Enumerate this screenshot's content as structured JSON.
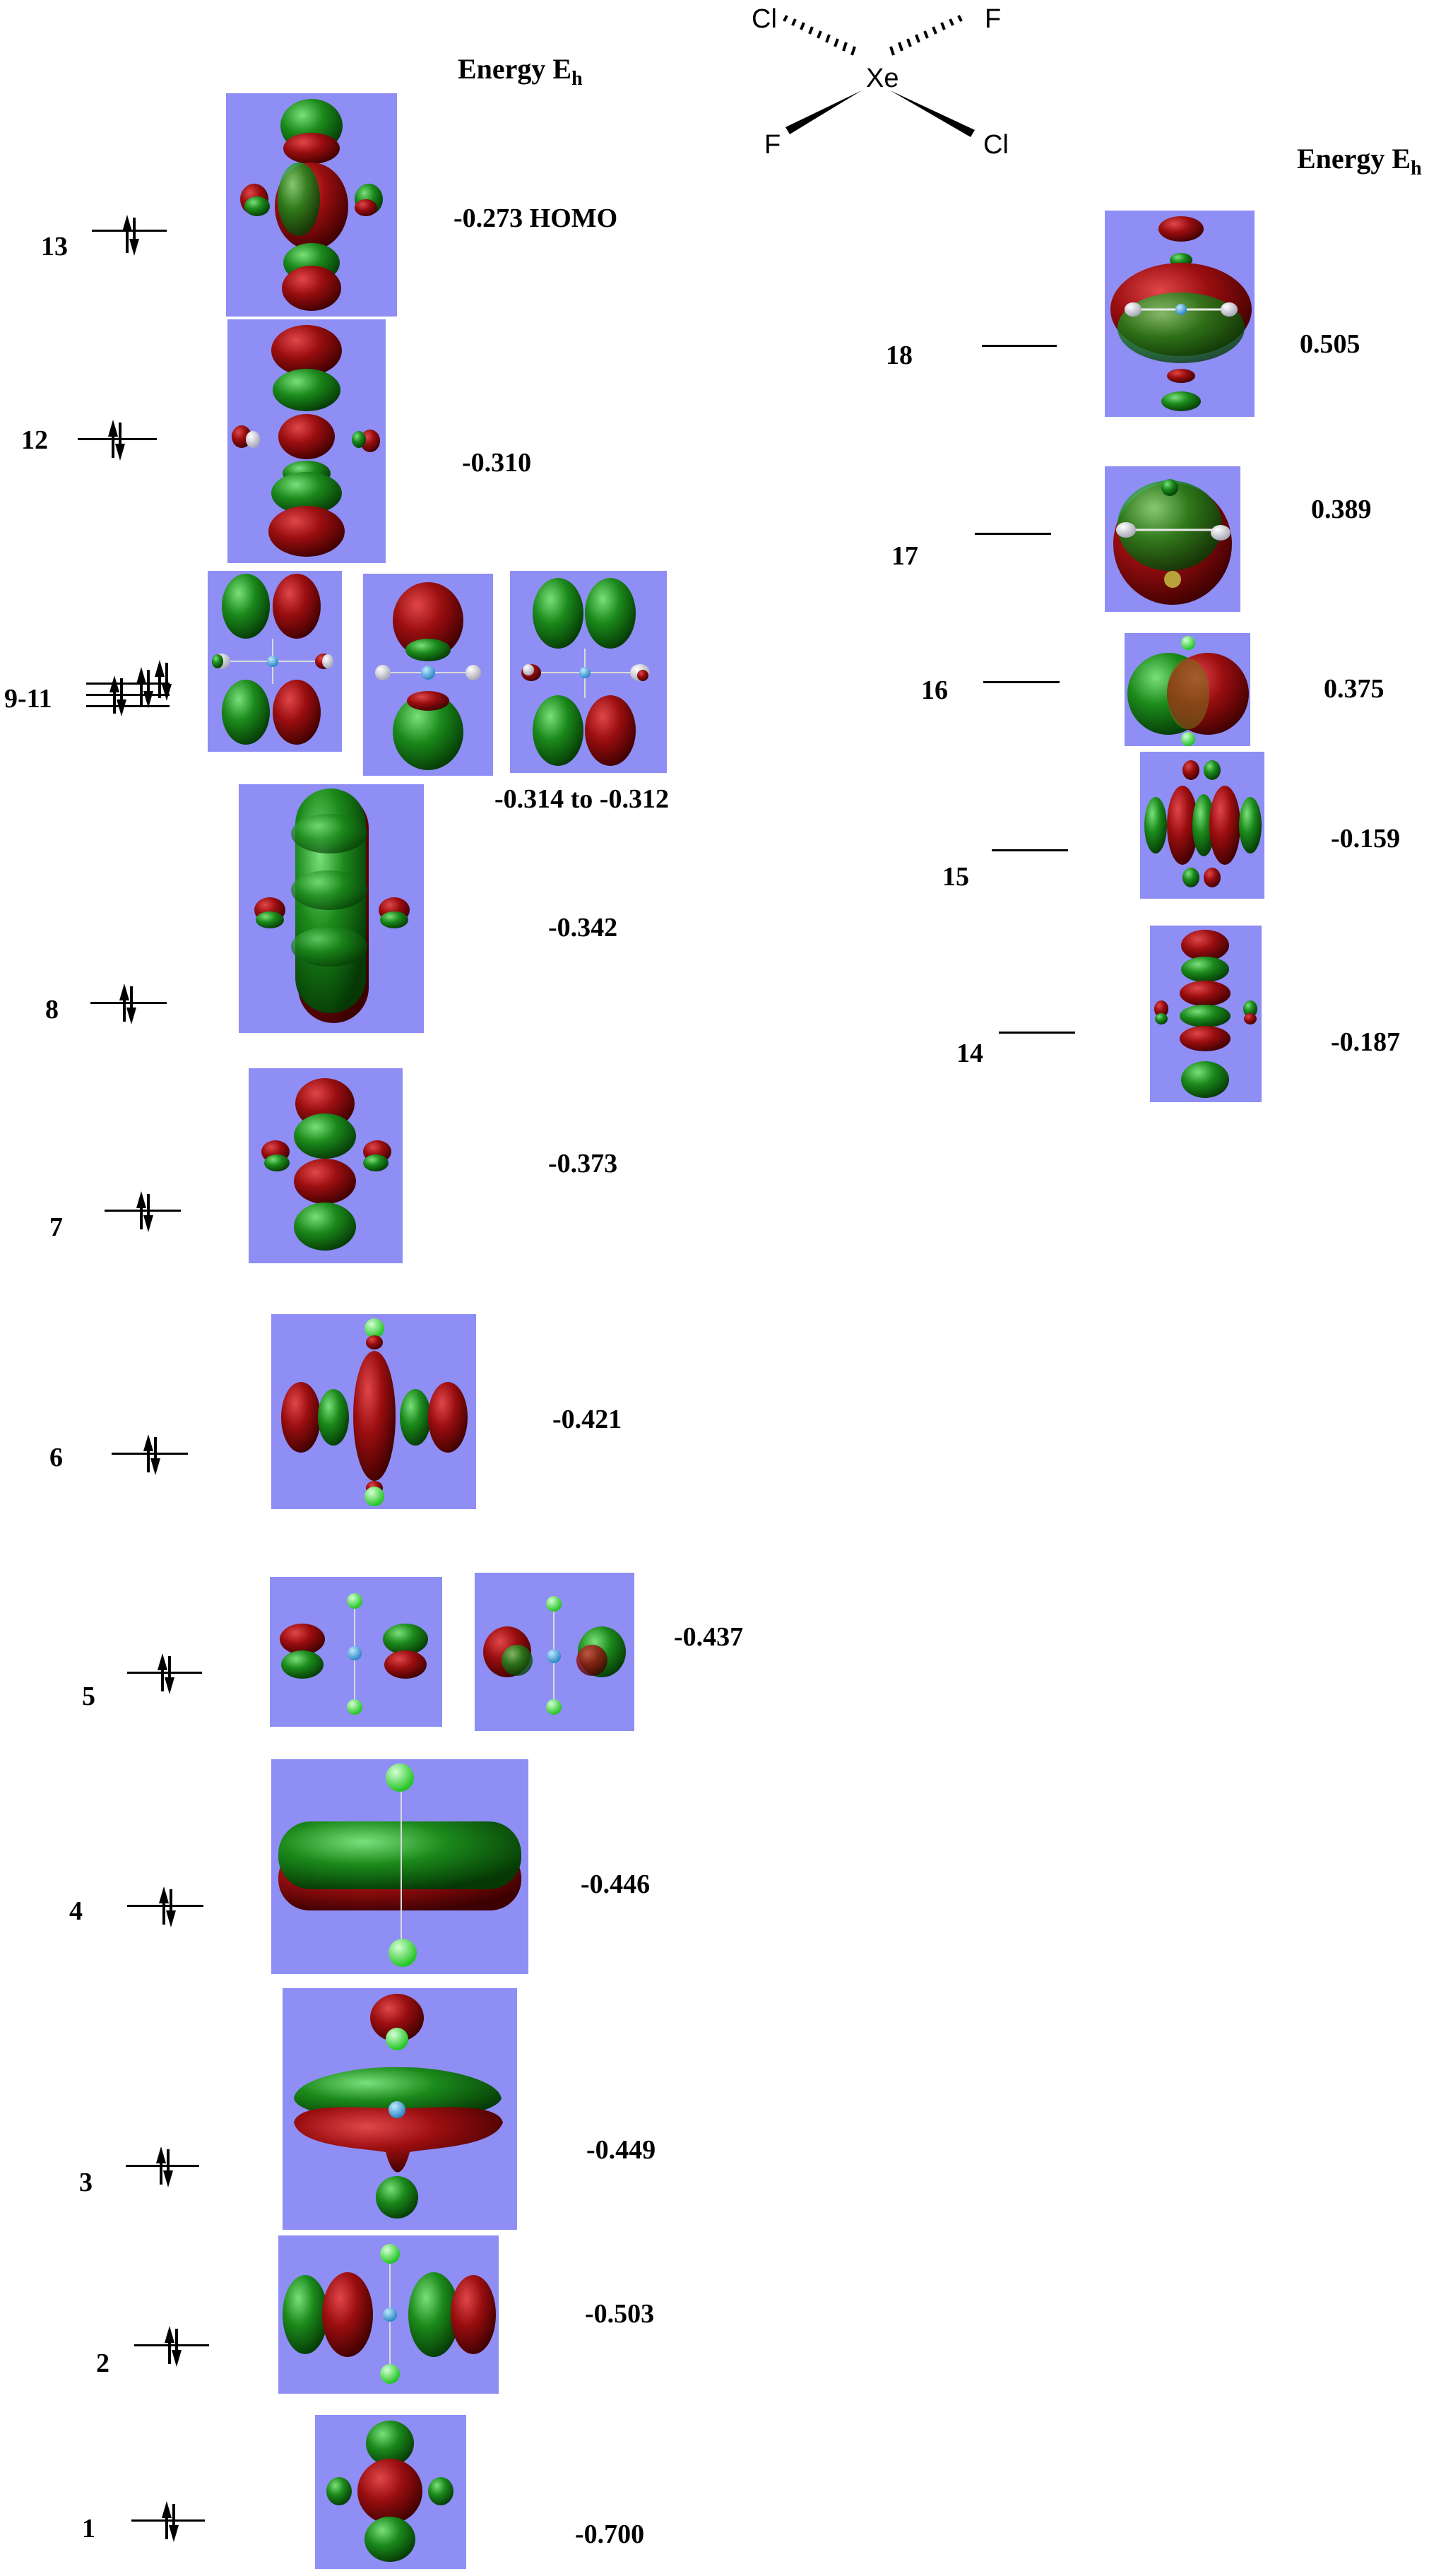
{
  "header_left": {
    "base": "Energy E",
    "sub": "h"
  },
  "header_right": {
    "base": "Energy E",
    "sub": "h"
  },
  "molecule": {
    "center": "Xe",
    "top_left": "Cl",
    "top_right": "F",
    "bottom_left": "F",
    "bottom_right": "Cl"
  },
  "occupied": [
    {
      "label": "13",
      "energy": "-0.273 HOMO"
    },
    {
      "label": "12",
      "energy": "-0.310"
    },
    {
      "label": "9-11",
      "energy": "-0.314 to -0.312"
    },
    {
      "label": "8",
      "energy": "-0.342"
    },
    {
      "label": "7",
      "energy": "-0.373"
    },
    {
      "label": "6",
      "energy": "-0.421"
    },
    {
      "label": "5",
      "energy": "-0.437"
    },
    {
      "label": "4",
      "energy": "-0.446"
    },
    {
      "label": "3",
      "energy": "-0.449"
    },
    {
      "label": "2",
      "energy": "-0.503"
    },
    {
      "label": "1",
      "energy": "-0.700"
    }
  ],
  "virtual": [
    {
      "label": "18",
      "energy": "0.505"
    },
    {
      "label": "17",
      "energy": "0.389"
    },
    {
      "label": "16",
      "energy": "0.375"
    },
    {
      "label": "15",
      "energy": "-0.159"
    },
    {
      "label": "14",
      "energy": "-0.187"
    }
  ],
  "colors": {
    "panel": "#8e8ef5",
    "lobe_red": "#8b0a0a",
    "lobe_green": "#137a13",
    "atom_xe": "#3ba8d8",
    "atom_halogen": "#3fe03f"
  }
}
